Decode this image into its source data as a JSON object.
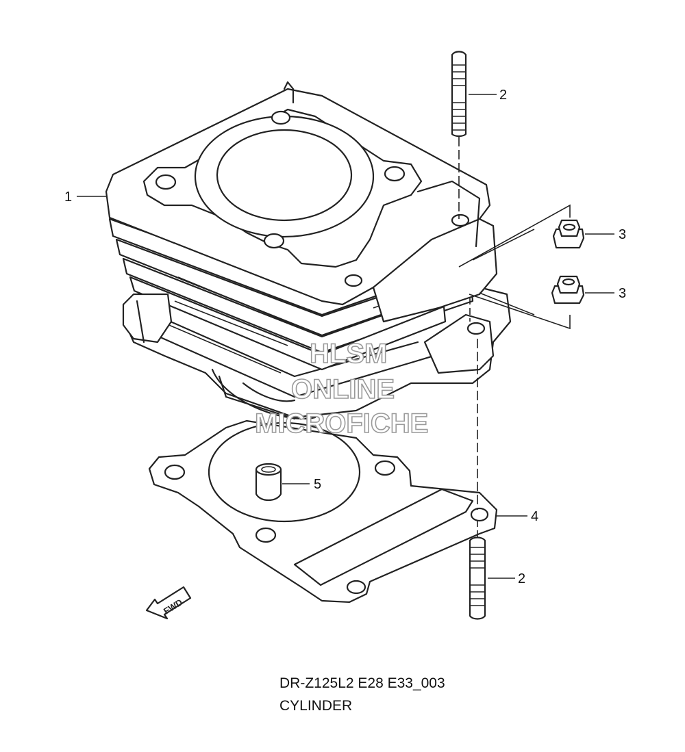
{
  "diagram": {
    "callouts": {
      "c1": "1",
      "c2a": "2",
      "c2b": "2",
      "c3a": "3",
      "c3b": "3",
      "c4": "4",
      "c5": "5"
    },
    "fwd_label": "FWD",
    "watermark": {
      "line1": "HLSM",
      "line2": "ONLINE",
      "line3": "MICROFICHE"
    },
    "caption": {
      "code": "DR-Z125L2 E28 E33_003",
      "name": "CYLINDER"
    }
  }
}
